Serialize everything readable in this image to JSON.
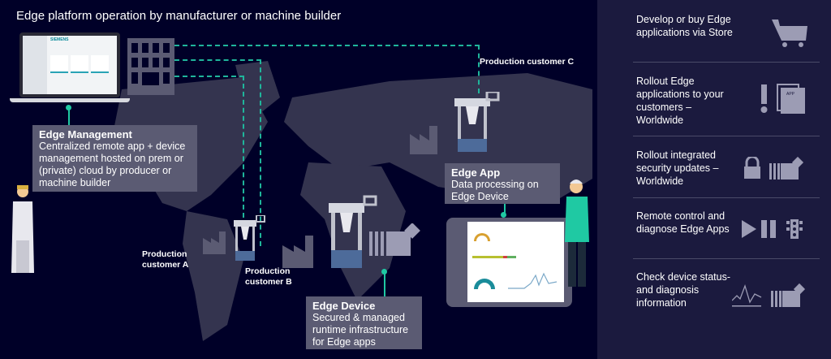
{
  "title": "Edge platform operation by manufacturer or machine builder",
  "edge_management": {
    "heading": "Edge Management",
    "text": "Centralized remote app + device management hosted on prem or (private) cloud by producer or machine builder"
  },
  "edge_app": {
    "heading": "Edge App",
    "text": "Data processing on Edge Device"
  },
  "edge_device": {
    "heading": "Edge Device",
    "text": "Secured & managed runtime infrastructure for Edge apps"
  },
  "customers": {
    "a": "Production customer A",
    "b": "Production customer B",
    "c": "Production customer C"
  },
  "laptop_brand": "SIEMENS",
  "side_items": [
    {
      "text": "Develop or buy Edge applications via Store",
      "icon": "cart-icon"
    },
    {
      "text": "Rollout Edge applications to your customers – Worldwide",
      "icon": "app-rollout-icon",
      "icon_label": "APP"
    },
    {
      "text": "Rollout integrated security updates – Worldwide",
      "icon": "lock-device-icon"
    },
    {
      "text": "Remote control and diagnose Edge Apps",
      "icon": "play-pause-icon"
    },
    {
      "text": "Check device status- and diagnosis information",
      "icon": "diagnosis-icon"
    }
  ],
  "colors": {
    "background": "#000028",
    "panel": "#1b1a3e",
    "accent": "#1fc9a3",
    "box": "#5b5b73",
    "icon": "#9c9cb4"
  }
}
